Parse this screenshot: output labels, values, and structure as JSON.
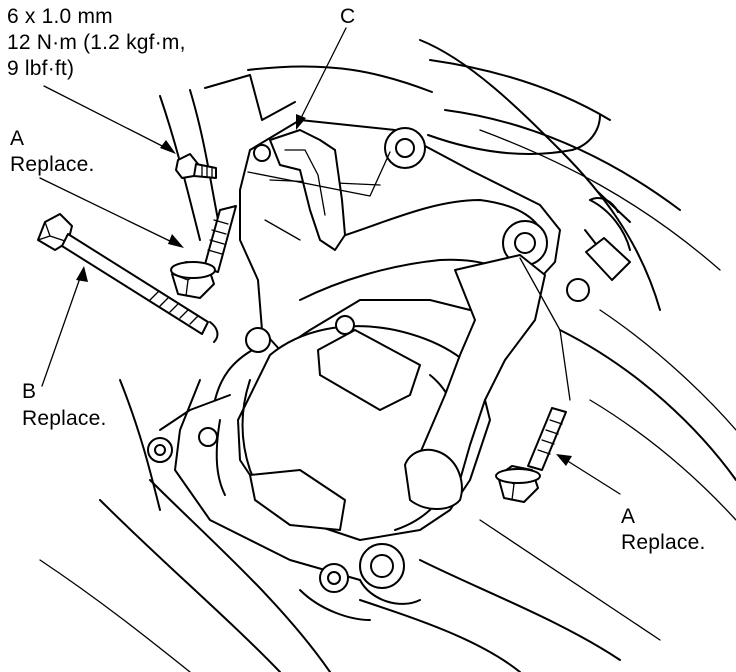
{
  "spec": {
    "line1": "6 x 1.0 mm",
    "line2": "12 N·m (1.2 kgf·m,",
    "line3": "9 lbf·ft)"
  },
  "callouts": {
    "a_top": {
      "letter": "A",
      "note": "Replace."
    },
    "b": {
      "letter": "B",
      "note": "Replace."
    },
    "c": {
      "letter": "C"
    },
    "a_bottom": {
      "letter": "A",
      "note": "Replace."
    }
  }
}
